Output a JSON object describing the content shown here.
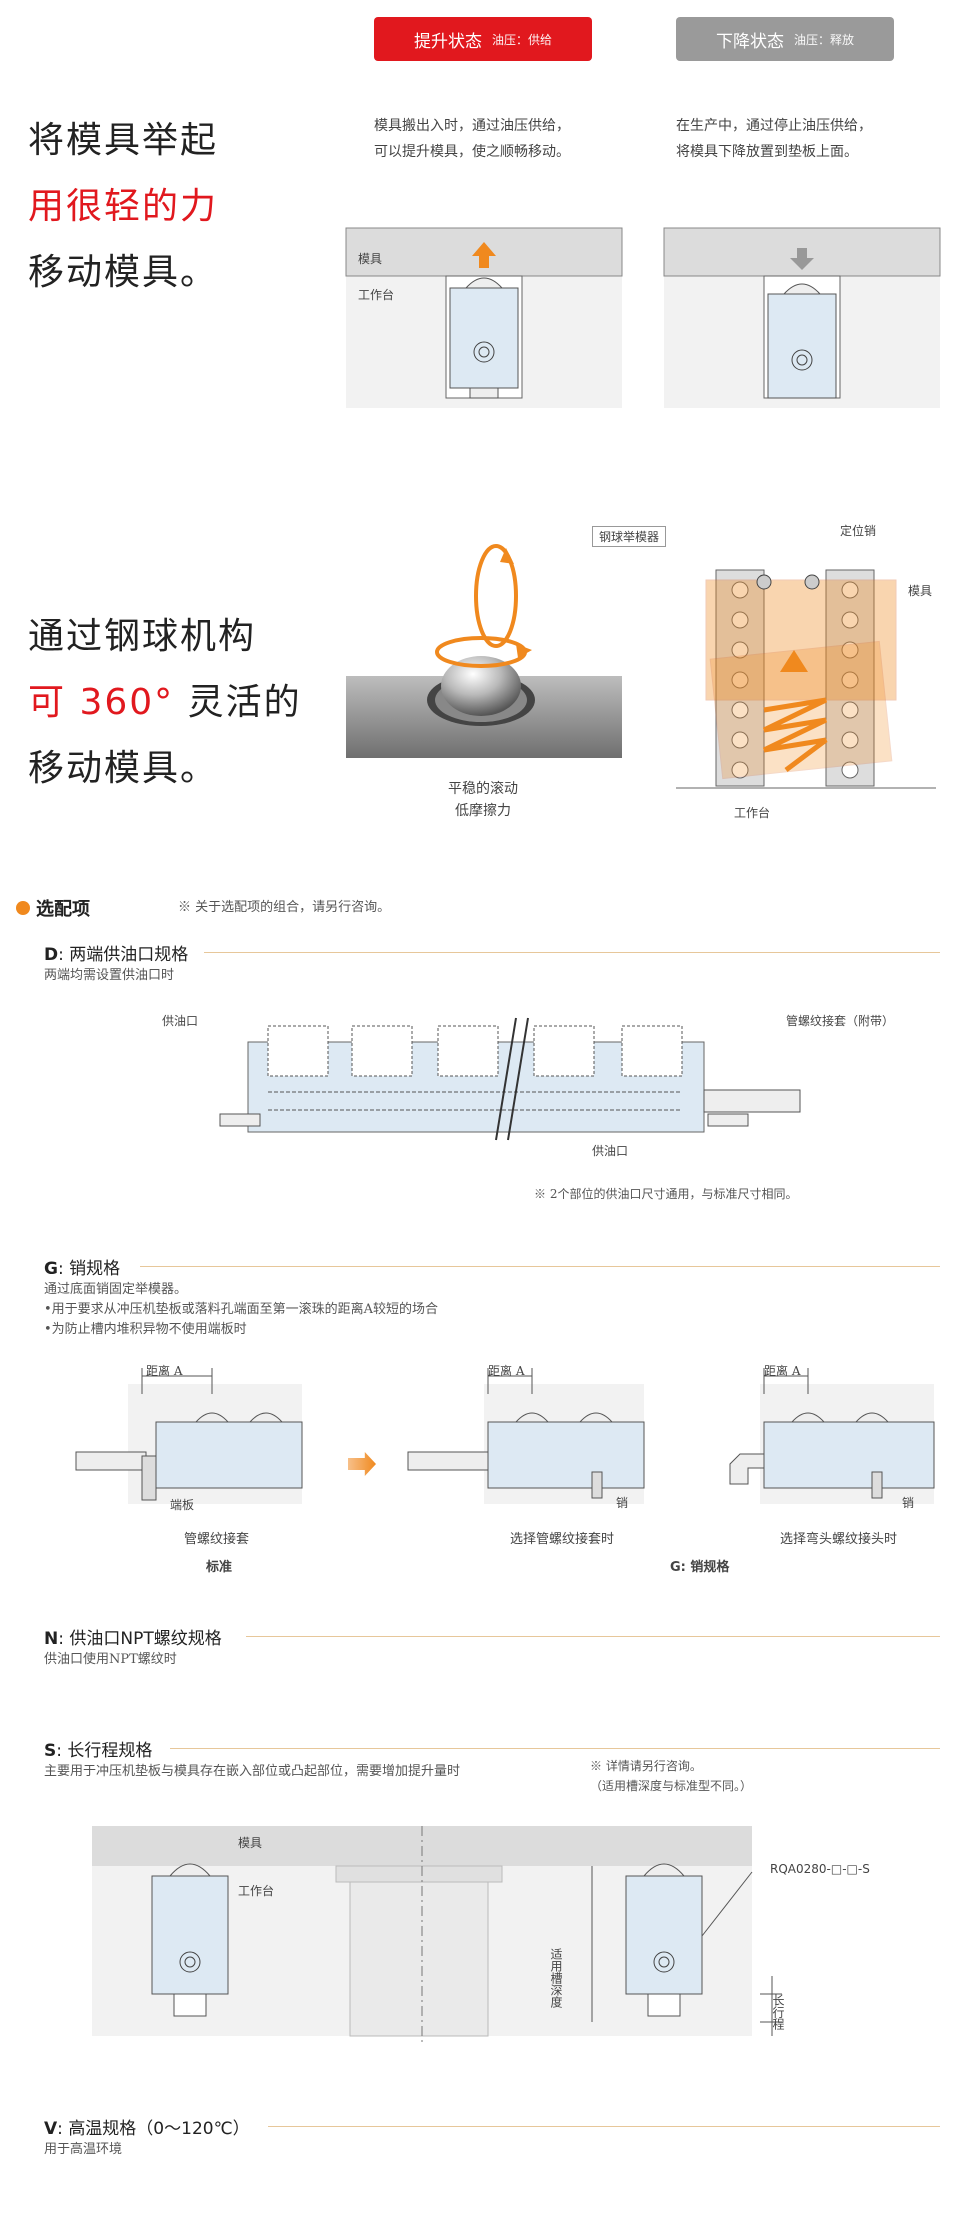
{
  "states": {
    "lift": {
      "title": "提升状态",
      "sub": "油压：供给",
      "desc1": "模具搬出入时，通过油压供给，",
      "desc2": "可以提升模具，使之顺畅移动。",
      "color": "#e1181e"
    },
    "lower": {
      "title": "下降状态",
      "sub": "油压：释放",
      "desc1": "在生产中，通过停止油压供给，",
      "desc2": "将模具下降放置到垫板上面。",
      "color": "#9a9a9a"
    }
  },
  "headline1": {
    "line1": "将模具举起",
    "line2": "用很轻的力",
    "line3": "移动模具。"
  },
  "fig1": {
    "mold": "模具",
    "table": "工作台"
  },
  "headline2": {
    "line1": "通过钢球机构",
    "line2_red": "可 360°",
    "line2_rest": " 灵活的",
    "line3": "移动模具。"
  },
  "ball": {
    "cap1": "平稳的滚动",
    "cap2": "低摩擦力"
  },
  "fig2": {
    "lifter": "钢球举模器",
    "pin": "定位销",
    "mold": "模具",
    "table": "工作台"
  },
  "options": {
    "title": "选配项",
    "note": "※ 关于选配项的组合，请另行咨询。"
  },
  "D": {
    "code": "D",
    "title": "两端供油口规格",
    "desc": "两端均需设置供油口时",
    "port_left": "供油口",
    "port_bottom": "供油口",
    "fitting": "管螺纹接套（附带）",
    "note": "※ 2个部位的供油口尺寸通用，与标准尺寸相同。"
  },
  "G": {
    "code": "G",
    "title": "销规格",
    "desc1": "通过底面销固定举模器。",
    "desc2": "•用于要求从冲压机垫板或落料孔端面至第一滚珠的距离A较短的场合",
    "desc3": "•为防止槽内堆积异物不使用端板时",
    "dist": "距离 A",
    "endplate": "端板",
    "pin": "销",
    "cap1": "管螺纹接套",
    "cap2": "选择管螺纹接套时",
    "cap3": "选择弯头螺纹接头时",
    "std": "标准",
    "gspec": "G: 销规格"
  },
  "N": {
    "code": "N",
    "title": "供油口NPT螺纹规格",
    "desc": "供油口使用NPT螺纹时"
  },
  "S": {
    "code": "S",
    "title": "长行程规格",
    "desc": "主要用于冲压机垫板与模具存在嵌入部位或凸起部位，需要增加提升量时",
    "note1": "※ 详情请另行咨询。",
    "note2": "（适用槽深度与标准型不同。）",
    "mold": "模具",
    "table": "工作台",
    "model": "RQA0280-□-□-S",
    "depth": "适用槽深度",
    "stroke": "长行程"
  },
  "V": {
    "code": "V",
    "title": "高温规格（0～120℃）",
    "desc": "用于高温环境"
  },
  "colors": {
    "accent_red": "#e1181e",
    "orange": "#f0891e",
    "part_blue": "#dde9f3",
    "rule": "#e7c79a"
  }
}
